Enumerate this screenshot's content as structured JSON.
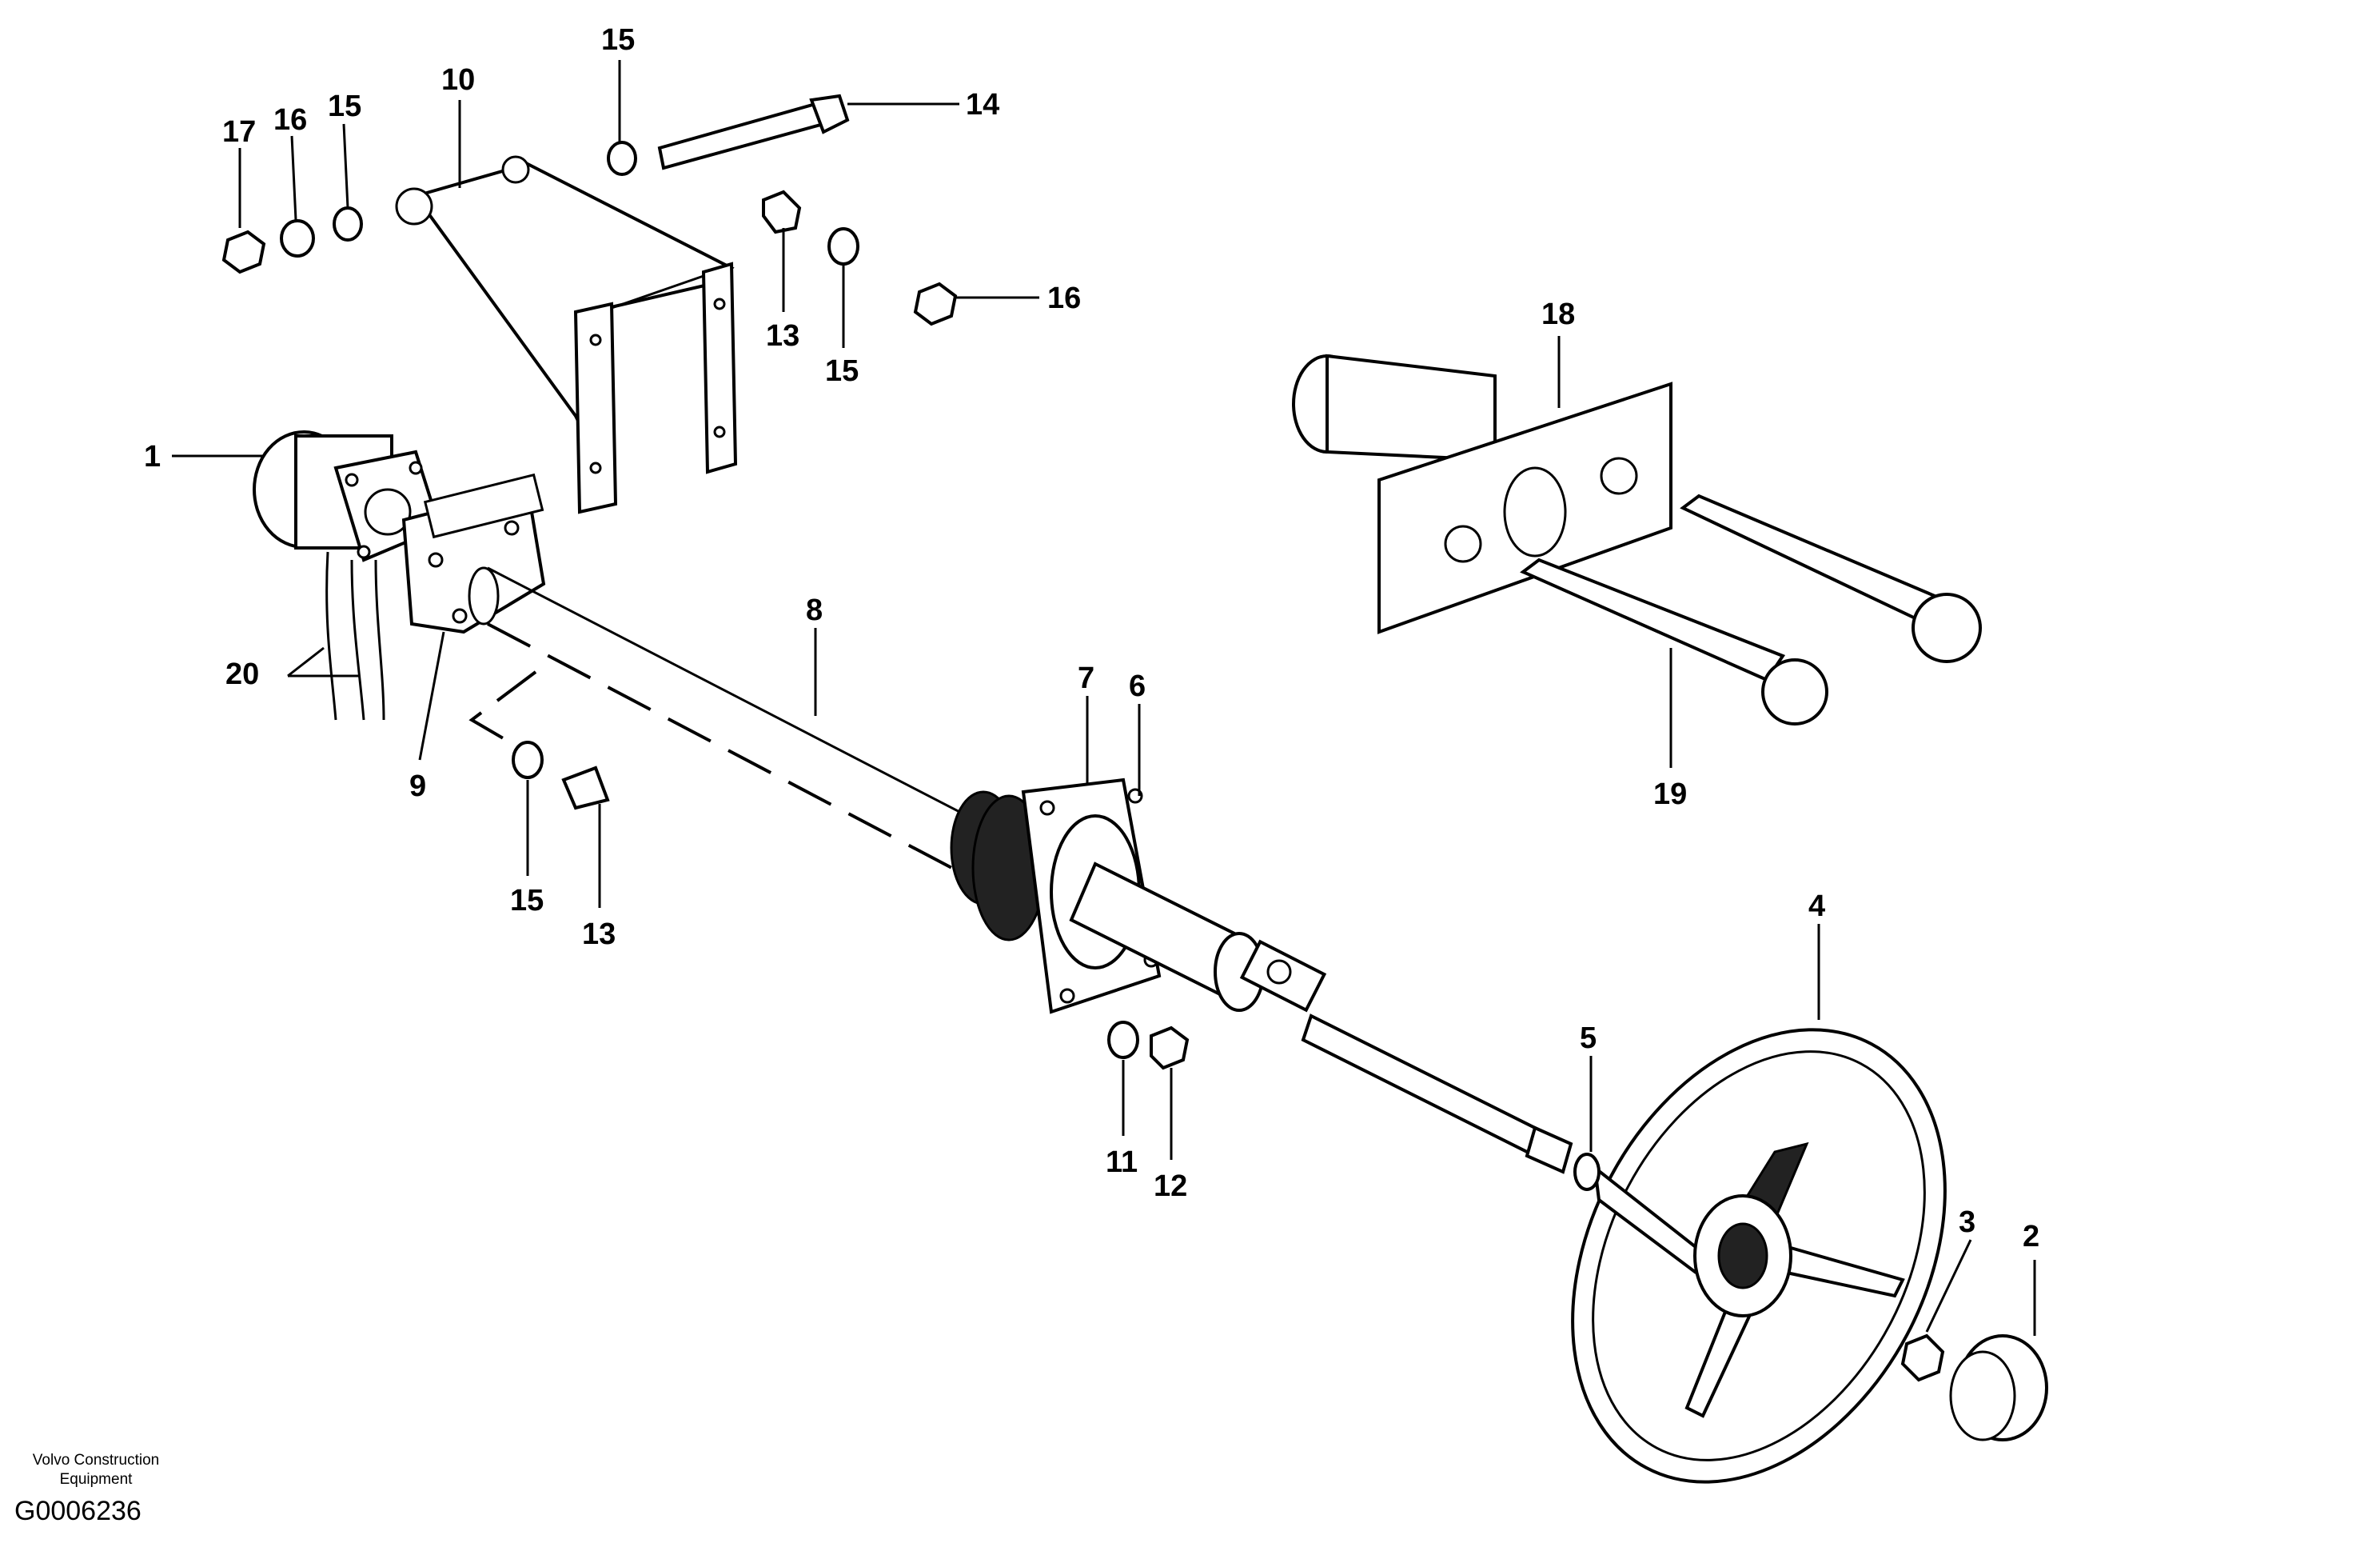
{
  "callouts": {
    "c1": "1",
    "c2": "2",
    "c3": "3",
    "c4": "4",
    "c5": "5",
    "c6": "6",
    "c7": "7",
    "c8": "8",
    "c9": "9",
    "c10": "10",
    "c11": "11",
    "c12": "12",
    "c13a": "13",
    "c13b": "13",
    "c14": "14",
    "c15a": "15",
    "c15b": "15",
    "c15c": "15",
    "c15d": "15",
    "c16a": "16",
    "c16b": "16",
    "c17": "17",
    "c18": "18",
    "c19": "19",
    "c20": "20"
  },
  "footer": {
    "company_line1": "Volvo Construction",
    "company_line2": "Equipment",
    "drawing_code": "G0006236"
  }
}
